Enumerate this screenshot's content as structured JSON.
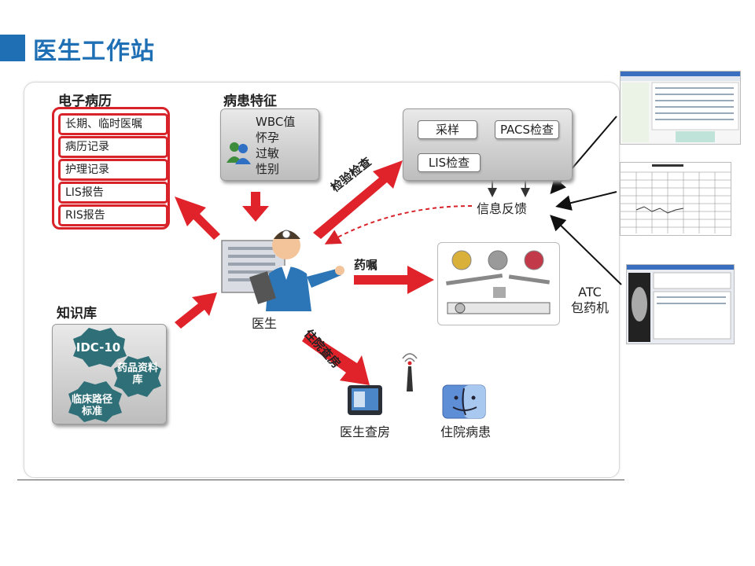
{
  "title": "医生工作站",
  "emr": {
    "heading": "电子病历",
    "items": [
      "长期、临时医嘱",
      "病历记录",
      "护理记录",
      "LIS报告",
      "RIS报告"
    ]
  },
  "features": {
    "heading": "病患特征",
    "items": [
      "WBC值",
      "怀孕",
      "过敏",
      "性别"
    ]
  },
  "lab": {
    "sample": "采样",
    "lis": "LIS检查",
    "pacs": "PACS检查",
    "feedback": "信息反馈",
    "arrow_label": "检验检查"
  },
  "doctor": {
    "label": "医生"
  },
  "prescription": {
    "arrow_label": "药嘱"
  },
  "atc": {
    "line1": "ATC",
    "line2": "包药机"
  },
  "knowledge": {
    "heading": "知识库",
    "badges": [
      "IDC-10",
      "药品资料库",
      "临床路径标准"
    ]
  },
  "ward": {
    "arrow_label": "住院查房",
    "rounds": "医生查房",
    "patient": "住院病患"
  },
  "colors": {
    "accent_blue": "#1f6fb5",
    "arrow_red": "#e0232a",
    "dashed_red": "#d8232a"
  }
}
